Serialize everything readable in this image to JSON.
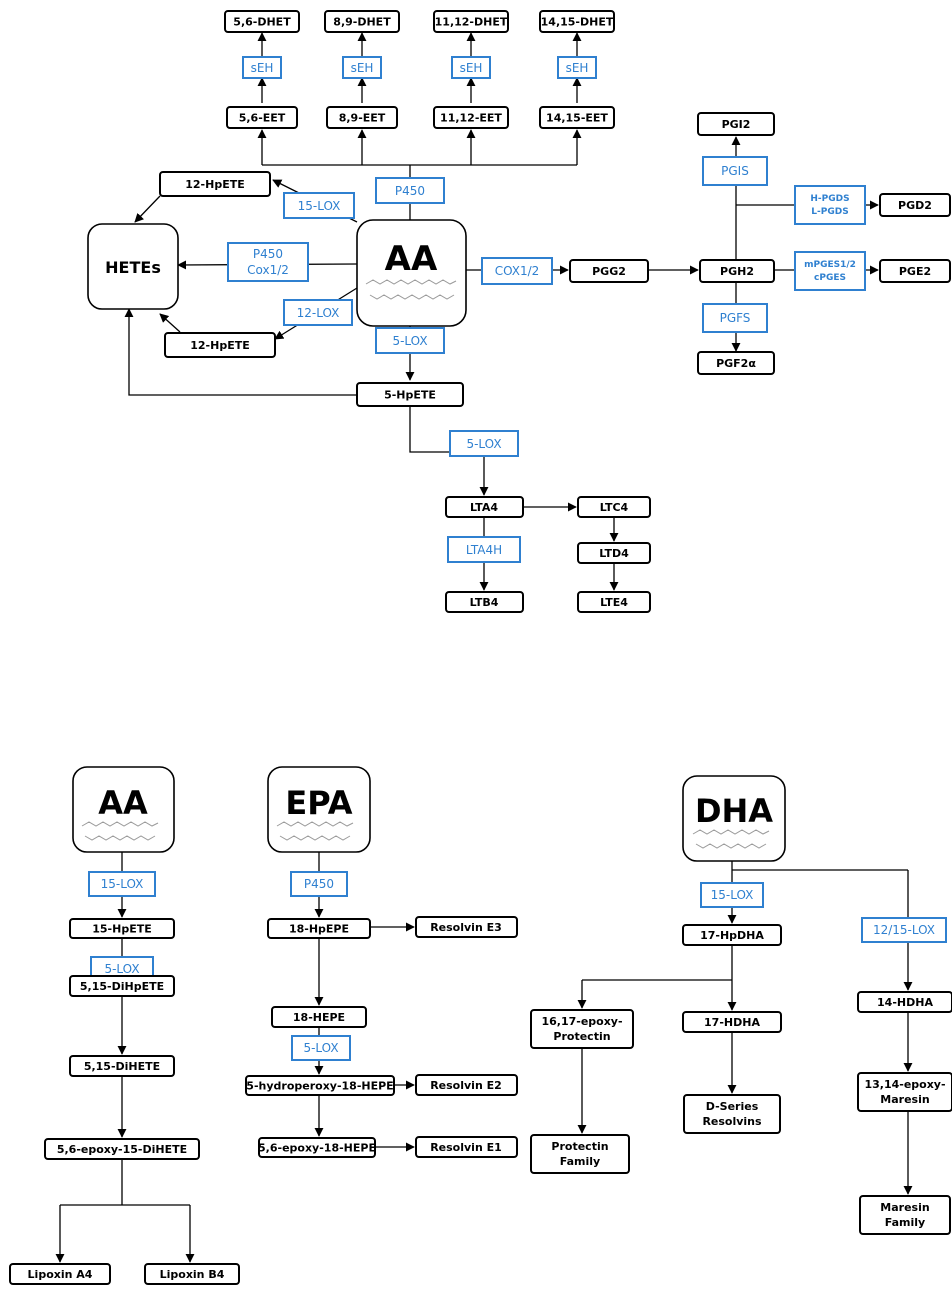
{
  "aa_pathway": {
    "core": "AA",
    "hetes": "HETEs",
    "dhet_5_6": "5,6-DHET",
    "dhet_8_9": "8,9-DHET",
    "dhet_11_12": "11,12-DHET",
    "dhet_14_15": "14,15-DHET",
    "seh": "sEH",
    "eet_5_6": "5,6-EET",
    "eet_8_9": "8,9-EET",
    "eet_11_12": "11,12-EET",
    "eet_14_15": "14,15-EET",
    "p450": "P450",
    "hpete_12": "12-HpETE",
    "hpete_5": "5-HpETE",
    "lox_15": "15-LOX",
    "lox_12": "12-LOX",
    "lox_5": "5-LOX",
    "p450_cox_line1": "P450",
    "p450_cox_line2": "Cox1/2",
    "cox": "COX1/2",
    "pgg2": "PGG2",
    "pgh2": "PGH2",
    "pgi2": "PGI2",
    "pgis": "PGIS",
    "pgds_line1": "H-PGDS",
    "pgds_line2": "L-PGDS",
    "pgd2": "PGD2",
    "pges_line1": "mPGES1/2",
    "pges_line2": "cPGES",
    "pge2": "PGE2",
    "pgfs": "PGFS",
    "pgf2a": "PGF2α",
    "lta4": "LTA4",
    "lta4h": "LTA4H",
    "ltb4": "LTB4",
    "ltc4": "LTC4",
    "ltd4": "LTD4",
    "lte4": "LTE4"
  },
  "lipoxin_pathway": {
    "core": "AA",
    "lox_15": "15-LOX",
    "hpete_15": "15-HpETE",
    "lox_5": "5-LOX",
    "dihpete": "5,15-DiHpETE",
    "dihete": "5,15-DiHETE",
    "epoxy": "5,6-epoxy-15-DiHETE",
    "lipoxin_a4": "Lipoxin A4",
    "lipoxin_b4": "Lipoxin B4"
  },
  "epa_pathway": {
    "core": "EPA",
    "p450": "P450",
    "hpepe_18": "18-HpEPE",
    "resolvin_e3": "Resolvin E3",
    "hepe_18": "18-HEPE",
    "lox_5": "5-LOX",
    "hydroperoxy": "5-hydroperoxy-18-HEPE",
    "resolvin_e2": "Resolvin E2",
    "epoxy": "5,6-epoxy-18-HEPE",
    "resolvin_e1": "Resolvin E1"
  },
  "dha_pathway": {
    "core": "DHA",
    "lox_15": "15-LOX",
    "hpdha_17": "17-HpDHA",
    "lox_12_15": "12/15-LOX",
    "protectin_epoxy_line1": "16,17-epoxy-",
    "protectin_epoxy_line2": "Protectin",
    "hdha_17": "17-HDHA",
    "hdha_14": "14-HDHA",
    "maresin_epoxy_line1": "13,14-epoxy-",
    "maresin_epoxy_line2": "Maresin",
    "protectin_family_line1": "Protectin",
    "protectin_family_line2": "Family",
    "d_resolvins_line1": "D-Series",
    "d_resolvins_line2": "Resolvins",
    "maresin_family_line1": "Maresin",
    "maresin_family_line2": "Family"
  }
}
